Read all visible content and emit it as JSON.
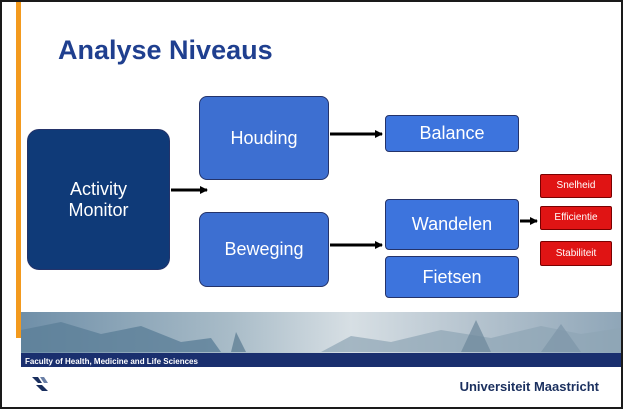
{
  "slide": {
    "title": "Analyse Niveaus",
    "boxes": {
      "activity_monitor": "Activity\nMonitor",
      "houding": "Houding",
      "beweging": "Beweging",
      "balance": "Balance",
      "wandelen": "Wandelen",
      "fietsen": "Fietsen",
      "snelheid": "Snelheid",
      "efficientie": "Efficientie",
      "stabiliteit": "Stabiliteit"
    },
    "colors": {
      "title": "#1f3f8f",
      "accent_bar": "#f39a1e",
      "main_box": "#0f3a78",
      "blue_box": "#3d6fd1",
      "red_box": "#e01414"
    },
    "banner_text": "Faculty of Health, Medicine and Life Sciences",
    "footer_brand": "Universiteit Maastricht",
    "logo_icon": "um-logo-icon"
  }
}
